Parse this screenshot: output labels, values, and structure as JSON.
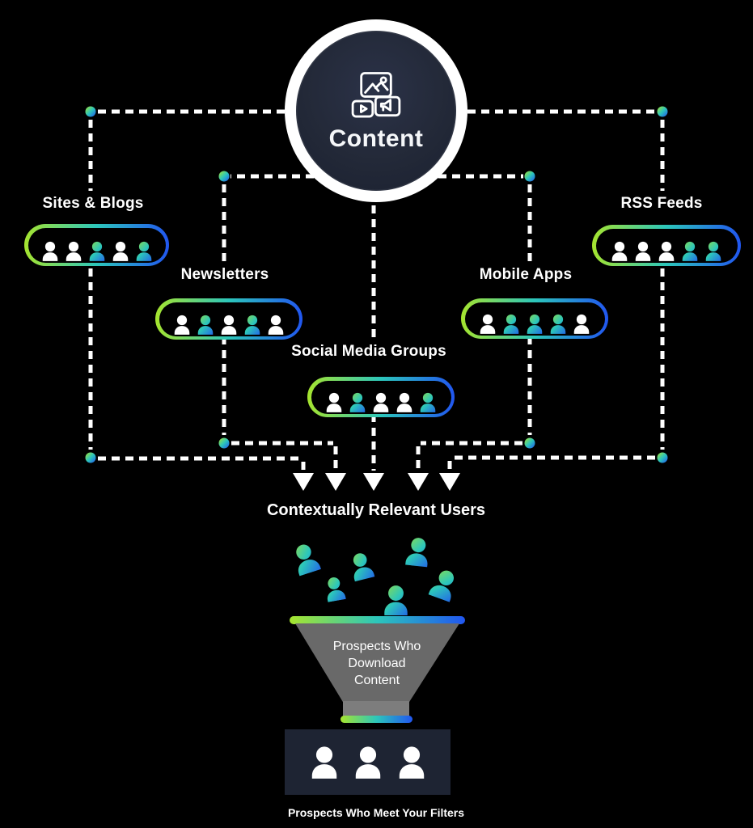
{
  "diagram": {
    "hub": {
      "label": "Content",
      "icon": "media-content-icon"
    },
    "channels": [
      {
        "id": "sites-blogs",
        "label": "Sites & Blogs",
        "persons": [
          "white",
          "white",
          "gradient",
          "white",
          "gradient"
        ]
      },
      {
        "id": "newsletters",
        "label": "Newsletters",
        "persons": [
          "white",
          "gradient",
          "white",
          "gradient",
          "white"
        ]
      },
      {
        "id": "social-media-groups",
        "label": "Social Media Groups",
        "persons": [
          "white",
          "gradient",
          "white",
          "white",
          "gradient"
        ]
      },
      {
        "id": "mobile-apps",
        "label": "Mobile Apps",
        "persons": [
          "white",
          "gradient",
          "gradient",
          "gradient",
          "white"
        ]
      },
      {
        "id": "rss-feeds",
        "label": "RSS Feeds",
        "persons": [
          "white",
          "white",
          "white",
          "gradient",
          "gradient"
        ]
      }
    ],
    "flow_title": "Contextually Relevant Users",
    "funnel": {
      "label": "Prospects Who Download Content",
      "lines": [
        "Prospects Who",
        "Download",
        "Content"
      ],
      "falling_users_count": 6
    },
    "output": {
      "caption": "Prospects Who Meet Your Filters",
      "persons_count": 3
    }
  },
  "colors": {
    "background": "#000000",
    "navy": "#1e2433",
    "funnel_gray": "#696969",
    "funnel_neck_gray": "#7d7d7d",
    "white": "#ffffff",
    "gradient_start": "#a6e42e",
    "gradient_mid": "#2cc6bb",
    "gradient_end": "#2156f0"
  }
}
